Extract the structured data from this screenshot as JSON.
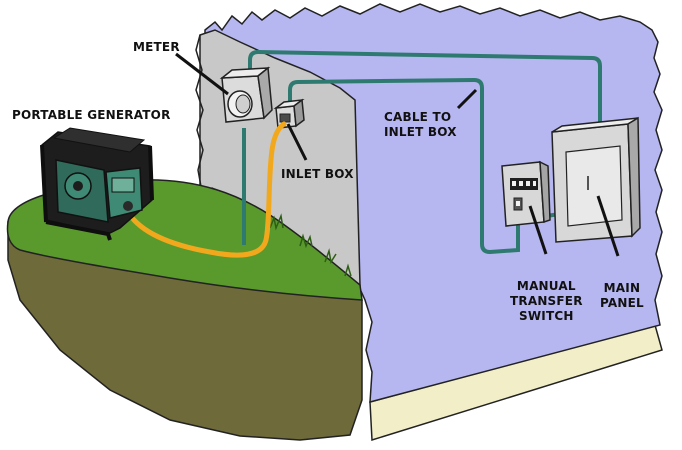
{
  "labels": {
    "portable_generator": "PORTABLE GENERATOR",
    "meter": "METER",
    "inlet_box": "INLET BOX",
    "cable_line1": "CABLE TO",
    "cable_line2": "INLET BOX",
    "mts_line1": "MANUAL",
    "mts_line2": "TRANSFER",
    "mts_line3": "SWITCH",
    "main_line1": "MAIN",
    "main_line2": "PANEL"
  },
  "colors": {
    "interior_wall": "#b6b6f0",
    "exterior_wall": "#c8c8c8",
    "floor": "#f2efc8",
    "grass": "#5a9a2c",
    "soil": "#6e6a3a",
    "cable_conduit": "#2f7a70",
    "generator_cord": "#f2a81c",
    "generator_body": "#2f6a5a",
    "panel_gray": "#d8d8d8"
  }
}
